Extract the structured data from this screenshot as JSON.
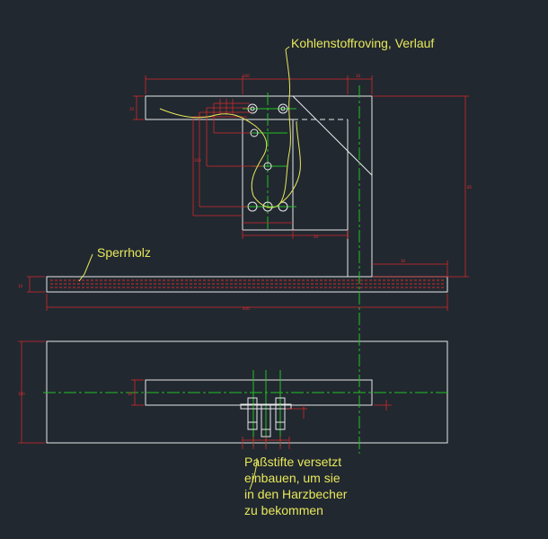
{
  "annotations": {
    "carbon_roving": "Kohlenstoffroving, Verlauf",
    "plywood": "Sperrholz",
    "dowel_note": [
      "Paßstifte versetzt",
      "einbauen, um sie",
      "in den Harzbecher",
      "zu bekommen"
    ]
  },
  "colors": {
    "background": "#212830",
    "outline": "#e8e8e8",
    "dimension": "#d42a2a",
    "centerline": "#22c022",
    "annotation": "#e8e85a"
  }
}
